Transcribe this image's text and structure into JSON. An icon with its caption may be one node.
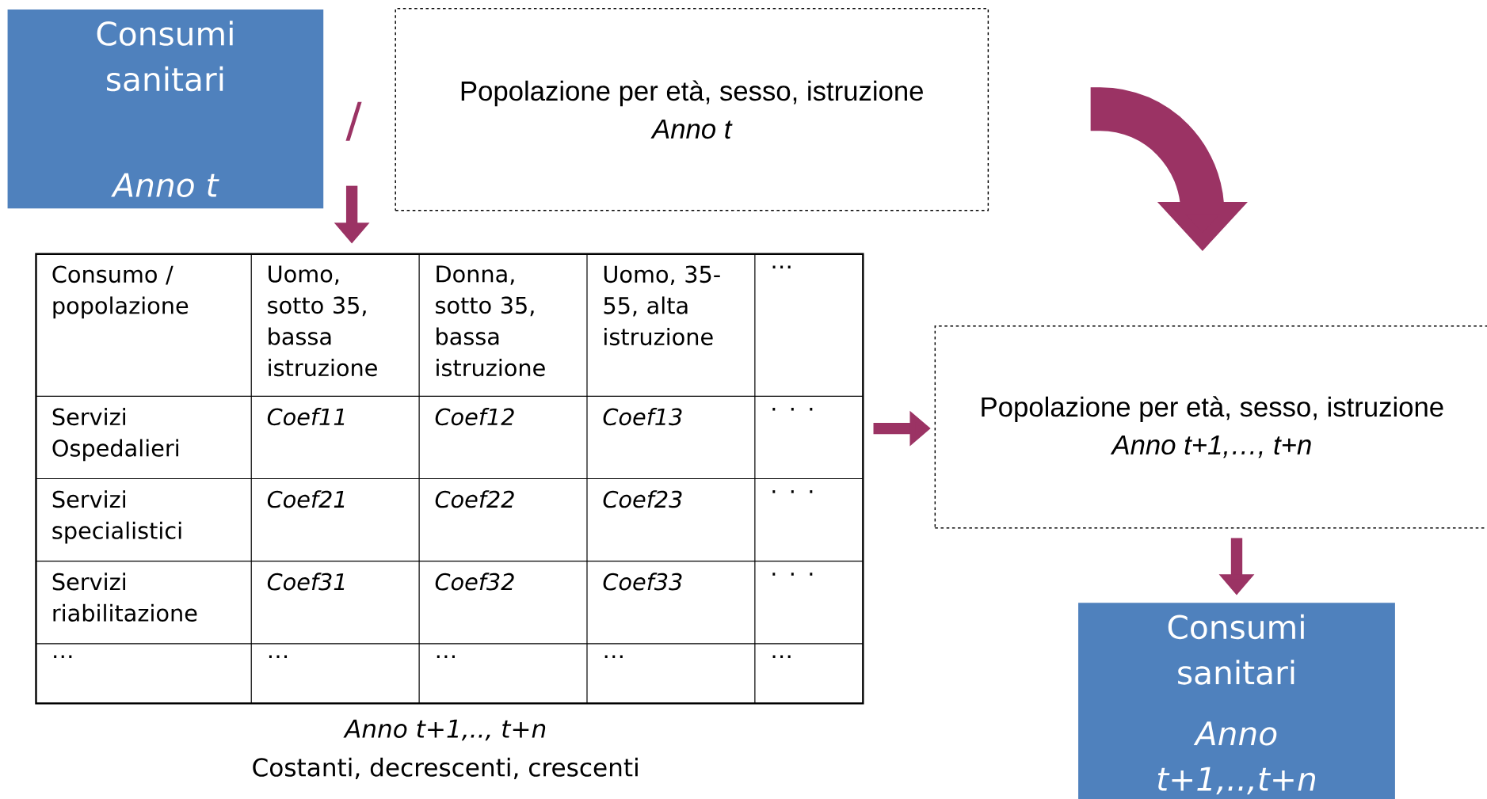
{
  "diagram": {
    "nodes": [
      {
        "text": [
          "Consumi sanitari",
          "Anno t"
        ]
      },
      {
        "text": [
          "Popolazione per età, sesso, istruzione",
          "Anno t"
        ]
      },
      {
        "text": [],
        "shape": "box",
        "beside": [
          "Anno t+1,.., t+n",
          "Costanti, decrescenti, crescenti"
        ]
      },
      {
        "text": [
          "Popolazione per età, sesso, istruzione",
          "Anno t+1,…, t+n"
        ]
      },
      {
        "text": [
          "Consumi sanitari",
          "Anno t+1,..,t+n"
        ]
      }
    ],
    "edges": [
      {
        "from": null,
        "to": 2,
        "arrow": "to"
      },
      {
        "from": 2,
        "to": 3,
        "arrow": "to"
      },
      {
        "from": 3,
        "to": 4,
        "arrow": "to"
      }
    ],
    "labels": [
      "/",
      "Consumo / popolazione",
      "Uomo, sotto 35, bassa istruzione",
      "Donna, sotto 35, bassa istruzione",
      "Uomo, 35-55, alta istruzione",
      "…",
      "Servizi Ospedalieri",
      "Coef11",
      "Coef12",
      "Coef13",
      ". . .",
      "Servizi specialistici",
      "Coef21",
      "Coef22",
      "Coef23",
      ". . .",
      "Servizi riabilitazione",
      "Coef31",
      "Coef32",
      "Coef33",
      ". . .",
      "…",
      "…",
      "…",
      "…",
      "…"
    ]
  }
}
